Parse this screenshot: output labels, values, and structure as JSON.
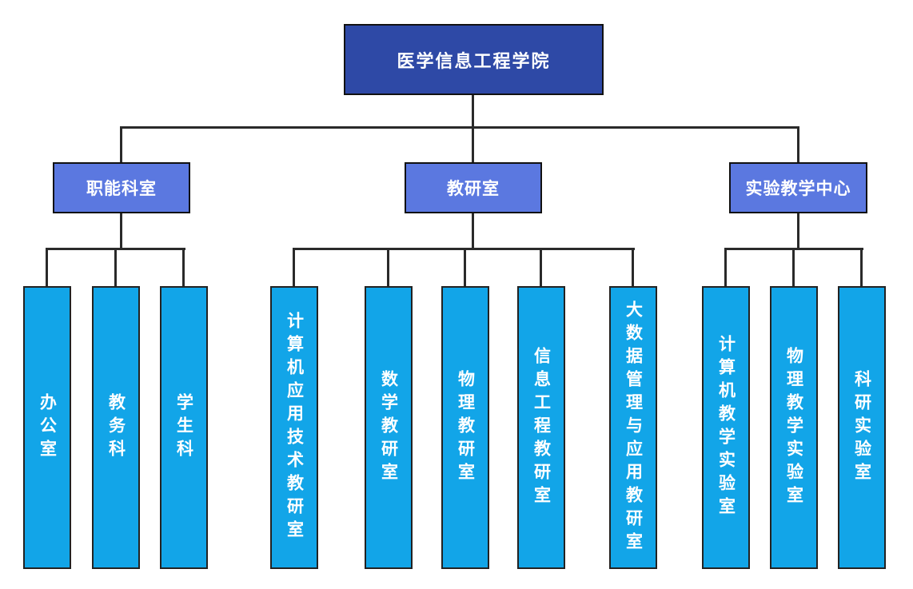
{
  "chart": {
    "type": "org-chart",
    "root_label": "医学信息工程学院",
    "groups": [
      {
        "label": "职能科室",
        "children": [
          "办公室",
          "教务科",
          "学生科"
        ]
      },
      {
        "label": "教研室",
        "children": [
          "计算机应用技术教研室",
          "数学教研室",
          "物理教研室",
          "信息工程教研室",
          "大数据管理与应用教研室"
        ]
      },
      {
        "label": "实验教学中心",
        "children": [
          "计算机教学实验室",
          "物理教学实验室",
          "科研实验室"
        ]
      }
    ]
  },
  "colors": {
    "root_fill": "#2e49a6",
    "branch_fill": "#5b78e0",
    "leaf_fill": "#12a5e8",
    "connector_line": "#2a2a2a",
    "node_text": "#ffffff",
    "background": "#ffffff"
  }
}
